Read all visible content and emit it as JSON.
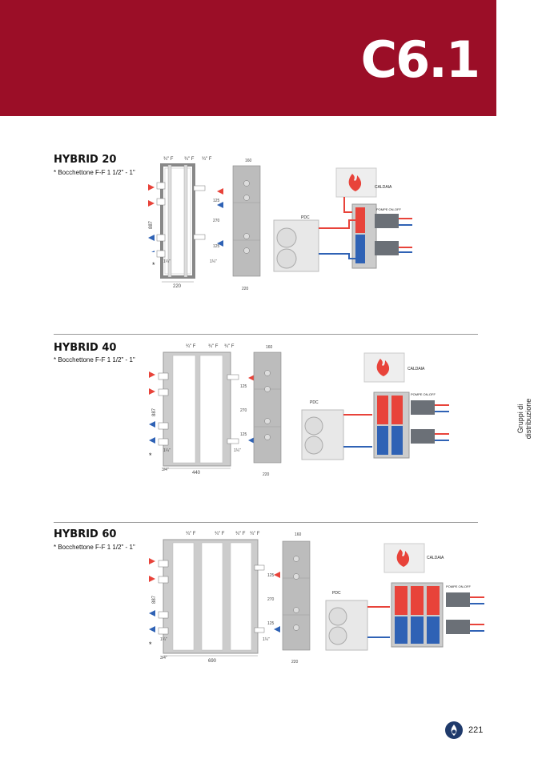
{
  "header": {
    "code": "C6.1"
  },
  "side_label": {
    "line1": "Gruppi di",
    "line2": "distribuzione"
  },
  "page_number": "221",
  "colors": {
    "brand": "#9b0e27",
    "hot": "#e8433a",
    "cold": "#2f62b5"
  },
  "sections": [
    {
      "title": "HYBRID 20",
      "subtitle": "* Bocchettone F-F 1 1/2\" - 1\"",
      "top_labels": [
        "¾\" F",
        "¾\" F",
        "¾\" F"
      ],
      "depth_label": "160",
      "width_label": "220",
      "depth_bottom_label": "220",
      "height_label": "887",
      "dim_labels": [
        "125",
        "270",
        "125"
      ],
      "port_label": "1¼\"",
      "port_label_right": "1¼\"",
      "star": "*",
      "scheme": {
        "boiler": "CALDAIA",
        "heat_pump": "PDC",
        "pumps": "POMPE ON-OFF"
      }
    },
    {
      "title": "HYBRID 40",
      "subtitle": "* Bocchettone F-F 1 1/2\" - 1\"",
      "top_labels": [
        "¾\" F",
        "¾\" F",
        "¾\" F"
      ],
      "depth_label": "160",
      "width_label": "440",
      "depth_bottom_label": "220",
      "height_label": "887",
      "dim_labels": [
        "125",
        "270",
        "125"
      ],
      "port_label": "1¼\"",
      "port_label_right": "1¼\"",
      "bottom_left_label": "3/4\"",
      "star": "*",
      "scheme": {
        "boiler": "CALDAIA",
        "heat_pump": "PDC",
        "pumps": "POMPE ON-OFF"
      }
    },
    {
      "title": "HYBRID 60",
      "subtitle": "* Bocchettone F-F 1 1/2\" - 1\"",
      "top_labels": [
        "¾\" F",
        "¾\" F",
        "¾\" F",
        "¾\" F"
      ],
      "depth_label": "160",
      "width_label": "690",
      "depth_bottom_label": "220",
      "height_label": "887",
      "dim_labels": [
        "125",
        "270",
        "125"
      ],
      "port_label": "1¼\"",
      "port_label_right": "1¼\"",
      "bottom_left_label": "3/4\"",
      "star": "*",
      "scheme": {
        "boiler": "CALDAIA",
        "heat_pump": "PDC",
        "pumps": "POMPE ON-OFF"
      }
    }
  ]
}
